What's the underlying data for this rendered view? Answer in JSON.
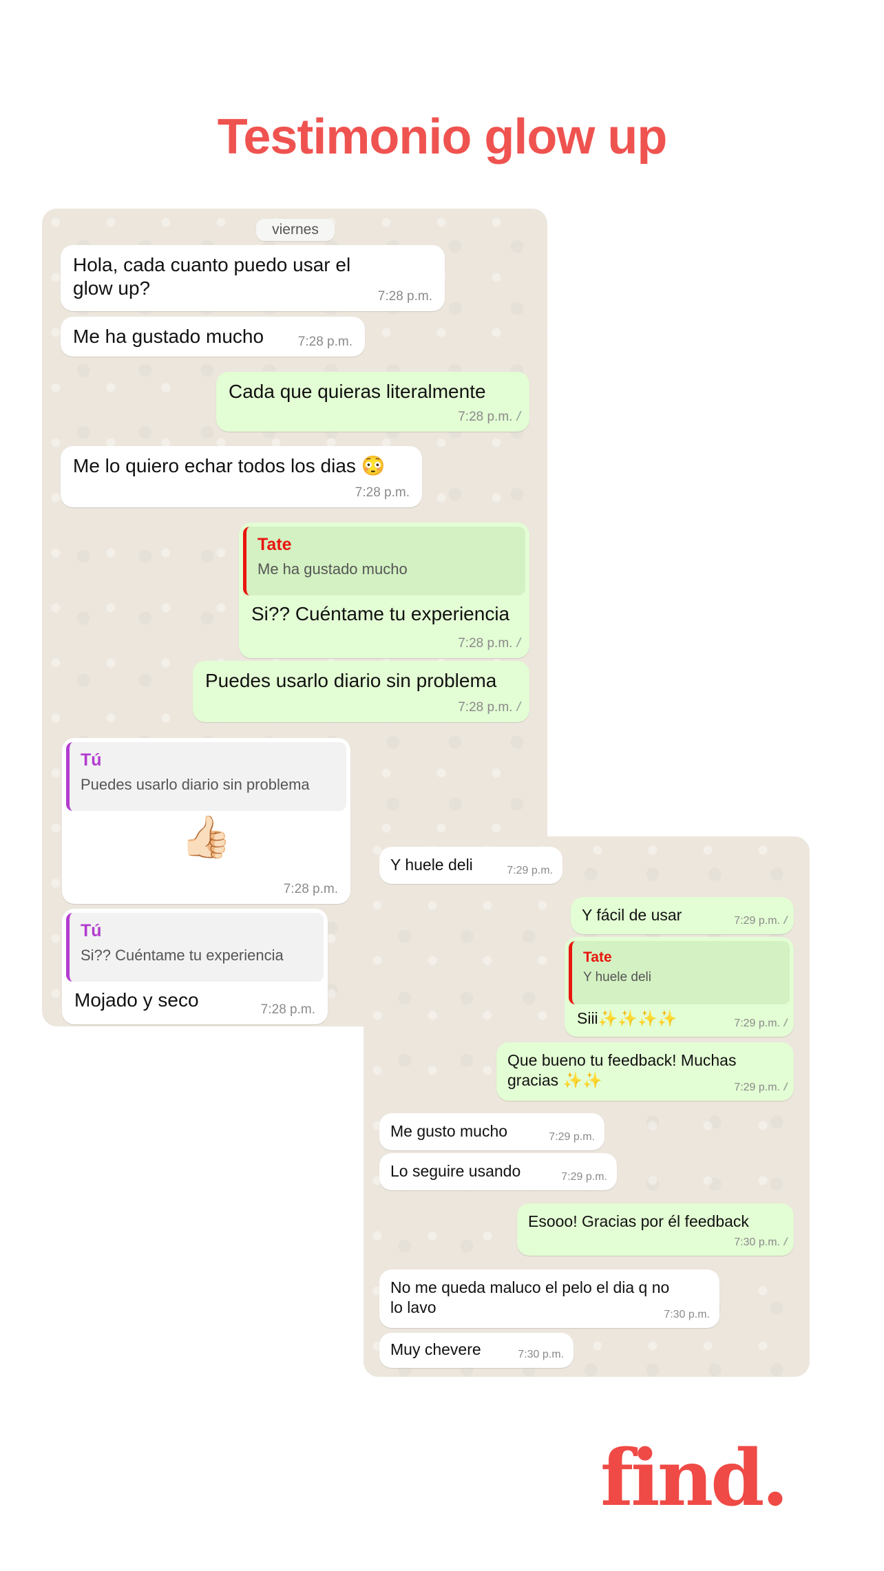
{
  "title": "Testimonio glow up",
  "left_chat": {
    "day": "viernes",
    "messages": [
      {
        "text": "Hola, cada cuanto puedo usar el glow up?",
        "time": "7:28 p.m."
      },
      {
        "text": "Me ha gustado mucho",
        "time": "7:28 p.m."
      },
      {
        "text": "Cada que quieras literalmente",
        "time": "7:28 p.m."
      },
      {
        "text": "Me lo quiero echar todos los dias 😳",
        "time": "7:28 p.m."
      },
      {
        "quote_name": "Tate",
        "quote_text": "Me ha gustado mucho",
        "text": "Si?? Cuéntame tu experiencia",
        "time": "7:28 p.m."
      },
      {
        "text": "Puedes usarlo diario sin problema",
        "time": "7:28 p.m."
      },
      {
        "quote_name": "Tú",
        "quote_text": "Puedes usarlo diario sin problema",
        "text": "👍🏻",
        "time": "7:28 p.m."
      },
      {
        "quote_name": "Tú",
        "quote_text": "Si?? Cuéntame tu experiencia",
        "text": "Mojado y seco",
        "time": "7:28 p.m."
      }
    ]
  },
  "right_chat": {
    "messages": [
      {
        "text": "Y huele deli",
        "time": "7:29 p.m."
      },
      {
        "text": "Y fácil de usar",
        "time": "7:29 p.m."
      },
      {
        "quote_name": "Tate",
        "quote_text": "Y huele deli",
        "text": "Siii✨✨✨✨",
        "time": "7:29 p.m."
      },
      {
        "text": "Que bueno tu feedback! Muchas gracias ✨✨",
        "time": "7:29 p.m."
      },
      {
        "text": "Me gusto mucho",
        "time": "7:29 p.m."
      },
      {
        "text": "Lo seguire usando",
        "time": "7:29 p.m."
      },
      {
        "text": "Esooo! Gracias por él feedback",
        "time": "7:30 p.m."
      },
      {
        "text": "No me queda maluco el pelo el dia q no lo lavo",
        "time": "7:30 p.m."
      },
      {
        "text": "Muy chevere",
        "time": "7:30 p.m."
      }
    ]
  },
  "read_icon": "double-check-icon",
  "logo": "find.",
  "colors": {
    "accent": "#ef5350",
    "outgoing": "#e3fdd4",
    "quote_tate": "#e8160f",
    "quote_tu": "#b33ccf"
  }
}
